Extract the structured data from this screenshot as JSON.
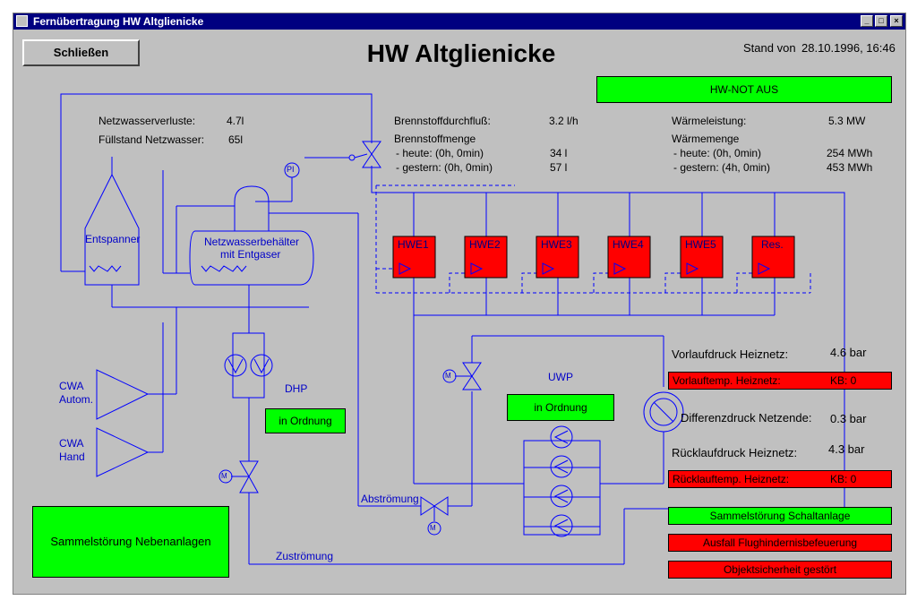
{
  "window": {
    "title": "Fernübertragung HW Altglienicke"
  },
  "header": {
    "close_label": "Schließen",
    "page_title": "HW Altglienicke",
    "stand_label": "Stand von",
    "stand_value": "28.10.1996, 16:46"
  },
  "alarm_top": "HW-NOT AUS",
  "netz": {
    "verluste_label": "Netzwasserverluste:",
    "verluste_value": "4.7l",
    "fuell_label": "Füllstand Netzwasser:",
    "fuell_value": "65l"
  },
  "brenn": {
    "flow_label": "Brennstoffdurchfluß:",
    "flow_value": "3.2 l/h",
    "menge_label": "Brennstoffmenge",
    "heute_label": "- heute: (0h, 0min)",
    "heute_value": "34 l",
    "gestern_label": "- gestern: (0h, 0min)",
    "gestern_value": "57 l"
  },
  "waerme": {
    "leistung_label": "Wärmeleistung:",
    "leistung_value": "5.3 MW",
    "menge_label": "Wärmemenge",
    "heute_label": "- heute: (0h, 0min)",
    "heute_value": "254 MWh",
    "gestern_label": "- gestern: (4h, 0min)",
    "gestern_value": "453 MWh"
  },
  "diagram": {
    "entspanner": "Entspanner",
    "behaelter_line1": "Netzwasserbehälter",
    "behaelter_line2": "mit Entgaser",
    "pi": "PI",
    "cwa_auto_1": "CWA",
    "cwa_auto_2": "Autom.",
    "cwa_hand_1": "CWA",
    "cwa_hand_2": "Hand",
    "dhp": "DHP",
    "uwp": "UWP",
    "abstroemung": "Abströmung",
    "zustroemung": "Zuströmung",
    "m": "M"
  },
  "hwe": [
    "HWE1",
    "HWE2",
    "HWE3",
    "HWE4",
    "HWE5",
    "Res."
  ],
  "status": {
    "dhp": "in Ordnung",
    "uwp": "in Ordnung",
    "neben": "Sammelstörung Nebenanlagen"
  },
  "right": {
    "vorlauf_label": "Vorlaufdruck Heiznetz:",
    "vorlauf_value": "4.6 bar",
    "vorlauftemp_label": "Vorlauftemp. Heiznetz:",
    "vorlauftemp_value": "KB: 0",
    "diff_label": "Differenzdruck Netzende:",
    "diff_value": "0.3 bar",
    "ruecklauf_label": "Rücklaufdruck Heiznetz:",
    "ruecklauf_value": "4.3 bar",
    "ruecklauftemp_label": "Rücklauftemp. Heiznetz:",
    "ruecklauftemp_value": "KB: 0"
  },
  "alarms": [
    "Sammelstörung Schaltanlage",
    "Ausfall Flughindernisbefeuerung",
    "Objektsicherheit gestört"
  ],
  "colors": {
    "ok": "#00ff00",
    "alarm": "#ff0000",
    "pipe": "#0000ff",
    "titlebar": "#000080"
  }
}
